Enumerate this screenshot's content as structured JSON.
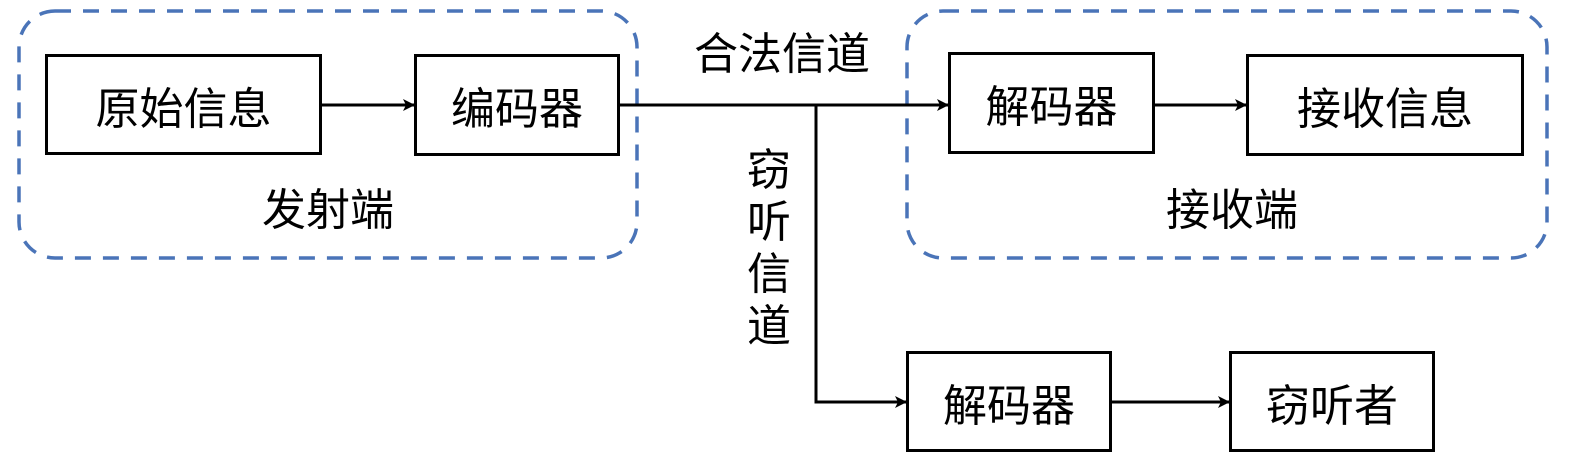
{
  "diagram": {
    "colors": {
      "group_border": "#4a74b8",
      "line": "#000000"
    },
    "groups": {
      "transmitter": {
        "label": "发射端"
      },
      "receiver": {
        "label": "接收端"
      }
    },
    "nodes": {
      "original_info": "原始信息",
      "encoder": "编码器",
      "decoder_legit": "解码器",
      "received_info": "接收信息",
      "decoder_eve": "解码器",
      "eavesdropper": "窃听者"
    },
    "channels": {
      "legit": "合法信道",
      "eavesdrop": [
        "窃",
        "听",
        "信",
        "道"
      ]
    },
    "edges": [
      {
        "from": "original_info",
        "to": "encoder"
      },
      {
        "from": "encoder",
        "to": "decoder_legit",
        "label": "合法信道"
      },
      {
        "from": "encoder",
        "to": "decoder_eve",
        "label": "窃听信道"
      },
      {
        "from": "decoder_legit",
        "to": "received_info"
      },
      {
        "from": "decoder_eve",
        "to": "eavesdropper"
      }
    ]
  }
}
